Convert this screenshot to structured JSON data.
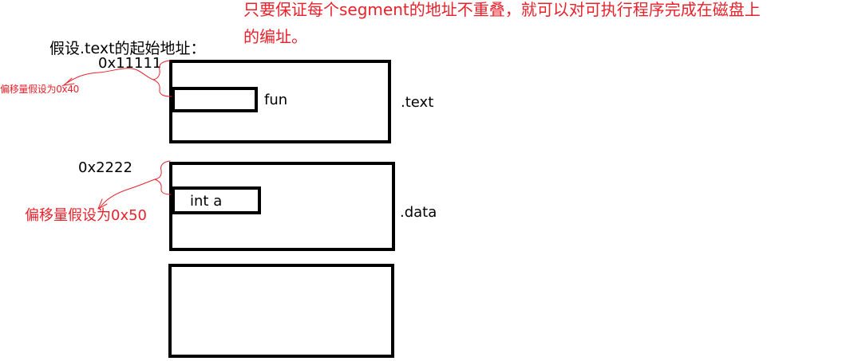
{
  "note": {
    "line1": "只要保证每个segment的地址不重叠，就可以对可执行程序完成在磁盘上",
    "line2": "的编址。"
  },
  "text_start_label": "假设.text的起始地址：",
  "text_section": {
    "address": "0x11111",
    "offset_note": "偏移量假设为0x40",
    "symbol": "fun",
    "name": ".text"
  },
  "data_section": {
    "address": "0x2222",
    "offset_note": "偏移量假设为0x50",
    "symbol": "int a",
    "name": ".data"
  },
  "colors": {
    "annotation": "#e8212b",
    "outline": "#000000"
  }
}
